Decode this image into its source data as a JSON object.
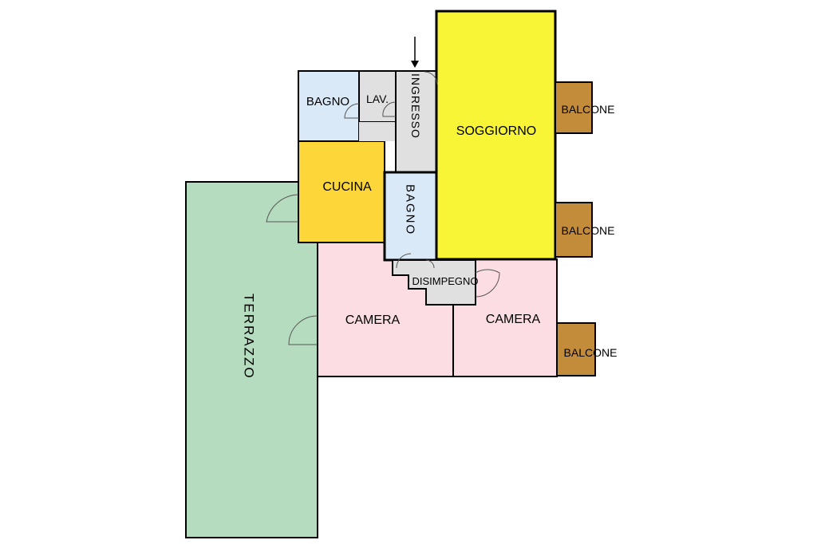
{
  "rooms": {
    "terrazzo": {
      "label": "TERRAZZO",
      "color": "#b5dcbf"
    },
    "bagno_top": {
      "label": "BAGNO",
      "color": "#d9e9f8"
    },
    "lav": {
      "label": "LAV.",
      "color": "#e0e0e0"
    },
    "ingresso": {
      "label": "INGRESSO",
      "color": "#e0e0e0"
    },
    "soggiorno": {
      "label": "SOGGIORNO",
      "color": "#f7f536"
    },
    "cucina": {
      "label": "CUCINA",
      "color": "#fdd63a"
    },
    "bagno_mid": {
      "label": "BAGNO",
      "color": "#d9e9f8"
    },
    "disimpegno": {
      "label": "DISIMPEGNO",
      "color": "#e0e0e0"
    },
    "camera_left": {
      "label": "CAMERA",
      "color": "#fcdde3"
    },
    "camera_right": {
      "label": "CAMERA",
      "color": "#fcdde3"
    },
    "balcone_1": {
      "label": "BALCONE",
      "color": "#c28c3a"
    },
    "balcone_2": {
      "label": "BALCONE",
      "color": "#c28c3a"
    },
    "balcone_3": {
      "label": "BALCONE",
      "color": "#c28c3a"
    }
  },
  "colors": {
    "wall": "#000000",
    "door_arc": "#555555"
  }
}
